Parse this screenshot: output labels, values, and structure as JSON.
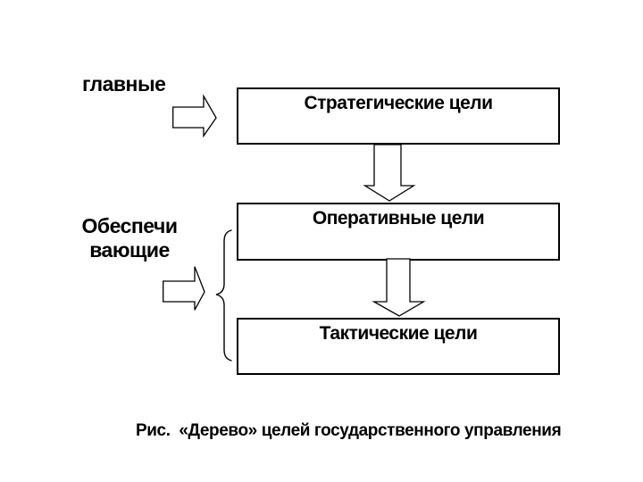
{
  "colors": {
    "background": "#ffffff",
    "line": "#000000",
    "text": "#000000"
  },
  "labels": {
    "main": "главные",
    "supporting": [
      "Обеспечи",
      "вающие"
    ]
  },
  "boxes": [
    {
      "label": "Стратегические цели"
    },
    {
      "label": "Оперативные цели"
    },
    {
      "label": "Тактические цели"
    }
  ],
  "icons": {
    "right_arrow_main": "right-block-arrow",
    "right_arrow_supporting": "right-block-arrow",
    "down_arrow_1": "down-block-arrow",
    "down_arrow_2": "down-block-arrow",
    "brace": "left-curly-brace"
  },
  "caption": "Рис.  «Дерево» целей государственного управления"
}
